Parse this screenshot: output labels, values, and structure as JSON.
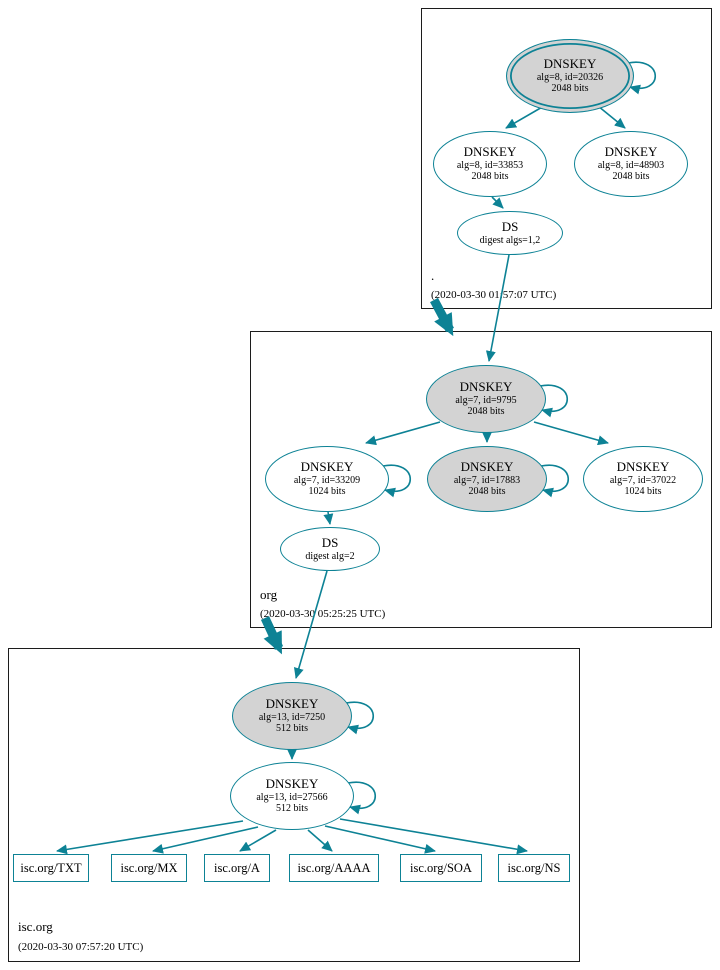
{
  "colors": {
    "teal": "#0d8295",
    "gray": "#d3d3d3"
  },
  "zones": {
    "root": {
      "label": ".",
      "timestamp": "(2020-03-30 01:57:07 UTC)"
    },
    "org": {
      "label": "org",
      "timestamp": "(2020-03-30 05:25:25 UTC)"
    },
    "isc": {
      "label": "isc.org",
      "timestamp": "(2020-03-30 07:57:20 UTC)"
    }
  },
  "nodes": {
    "root_ksk": {
      "title": "DNSKEY",
      "line1": "alg=8, id=20326",
      "line2": "2048 bits"
    },
    "root_key33853": {
      "title": "DNSKEY",
      "line1": "alg=8, id=33853",
      "line2": "2048 bits"
    },
    "root_key48903": {
      "title": "DNSKEY",
      "line1": "alg=8, id=48903",
      "line2": "2048 bits"
    },
    "root_ds": {
      "title": "DS",
      "line1": "digest algs=1,2"
    },
    "org_ksk": {
      "title": "DNSKEY",
      "line1": "alg=7, id=9795",
      "line2": "2048 bits"
    },
    "org_key33209": {
      "title": "DNSKEY",
      "line1": "alg=7, id=33209",
      "line2": "1024 bits"
    },
    "org_key17883": {
      "title": "DNSKEY",
      "line1": "alg=7, id=17883",
      "line2": "2048 bits"
    },
    "org_key37022": {
      "title": "DNSKEY",
      "line1": "alg=7, id=37022",
      "line2": "1024 bits"
    },
    "org_ds": {
      "title": "DS",
      "line1": "digest alg=2"
    },
    "isc_ksk": {
      "title": "DNSKEY",
      "line1": "alg=13, id=7250",
      "line2": "512 bits"
    },
    "isc_zsk": {
      "title": "DNSKEY",
      "line1": "alg=13, id=27566",
      "line2": "512 bits"
    }
  },
  "rrsets": [
    "isc.org/TXT",
    "isc.org/MX",
    "isc.org/A",
    "isc.org/AAAA",
    "isc.org/SOA",
    "isc.org/NS"
  ]
}
